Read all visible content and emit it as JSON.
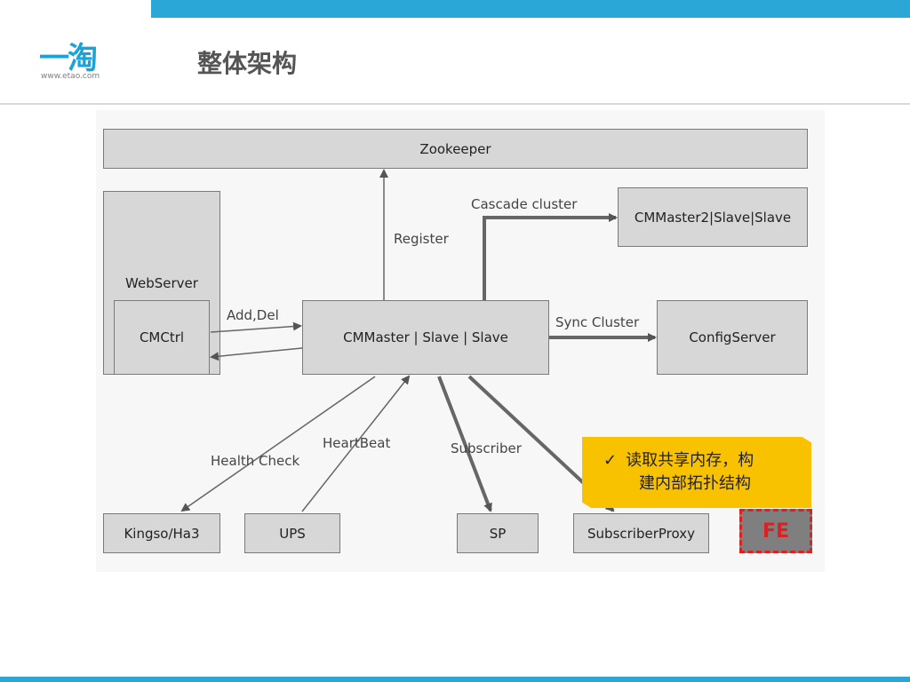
{
  "slide": {
    "title": "整体架构",
    "logo_text": "一淘",
    "logo_url": "www.etao.com"
  },
  "nodes": {
    "zookeeper": "Zookeeper",
    "webserver": "WebServer",
    "cmctrl": "CMCtrl",
    "cmmaster": "CMMaster | Slave | Slave",
    "cmmaster2": "CMMaster2|Slave|Slave",
    "configserver": "ConfigServer",
    "kingso": "Kingso/Ha3",
    "ups": "UPS",
    "sp": "SP",
    "subscriberproxy": "SubscriberProxy",
    "fe": "FE"
  },
  "edges": {
    "register": "Register",
    "cascade": "Cascade cluster",
    "sync": "Sync Cluster",
    "adddel": "Add,Del",
    "health": "Health Check",
    "heartbeat": "HeartBeat",
    "subscriber": "Subscriber"
  },
  "callout": {
    "check": "✓",
    "line1": "读取共享内存，构",
    "line2": "建内部拓扑结构"
  }
}
